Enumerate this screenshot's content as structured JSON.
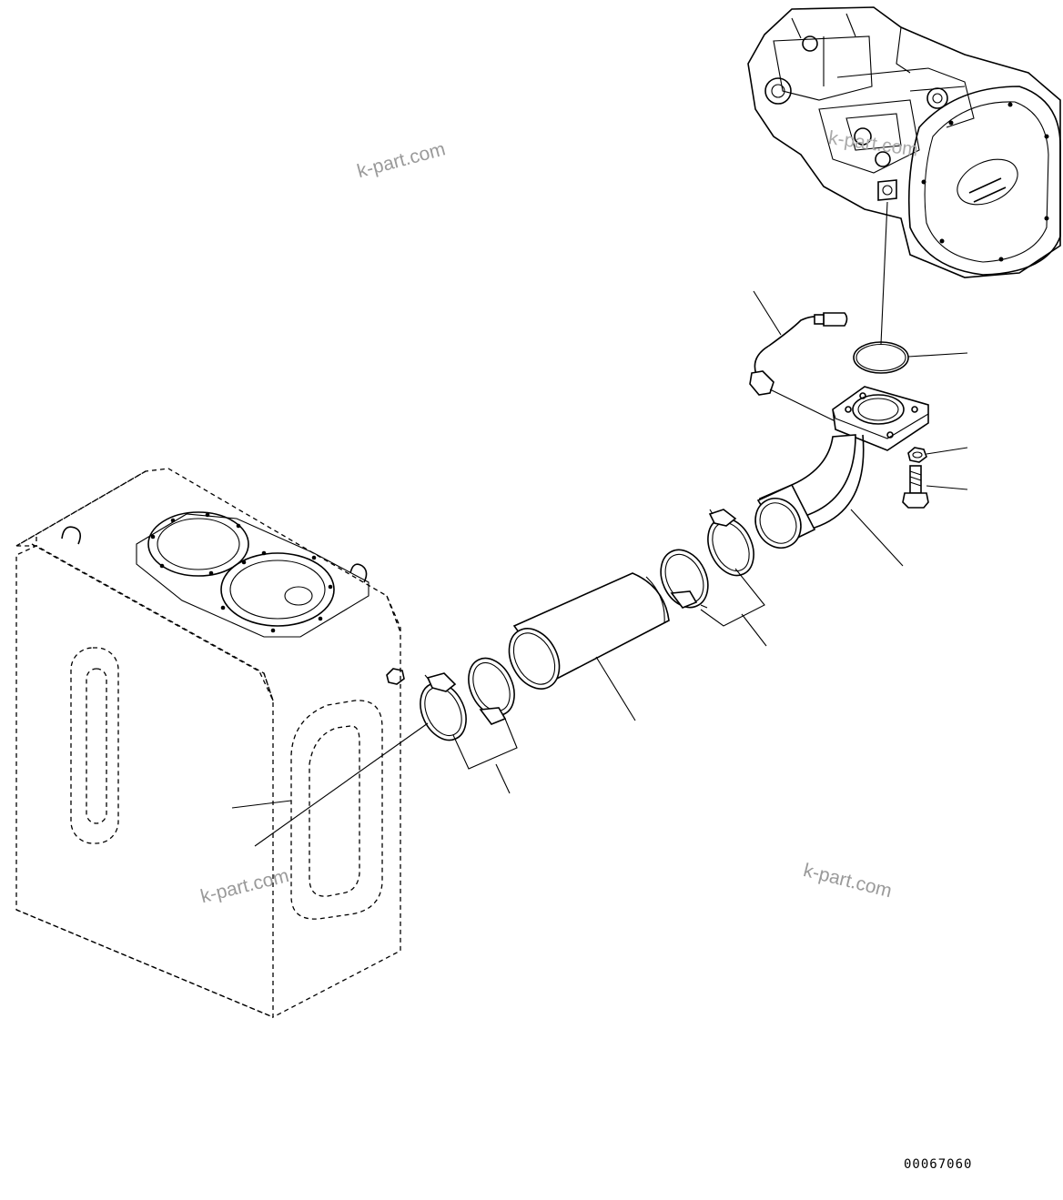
{
  "diagram": {
    "drawing_number": "00067060",
    "watermarks": [
      "k-part.com",
      "k-part.com",
      "k-part.com",
      "k-part.com"
    ]
  }
}
